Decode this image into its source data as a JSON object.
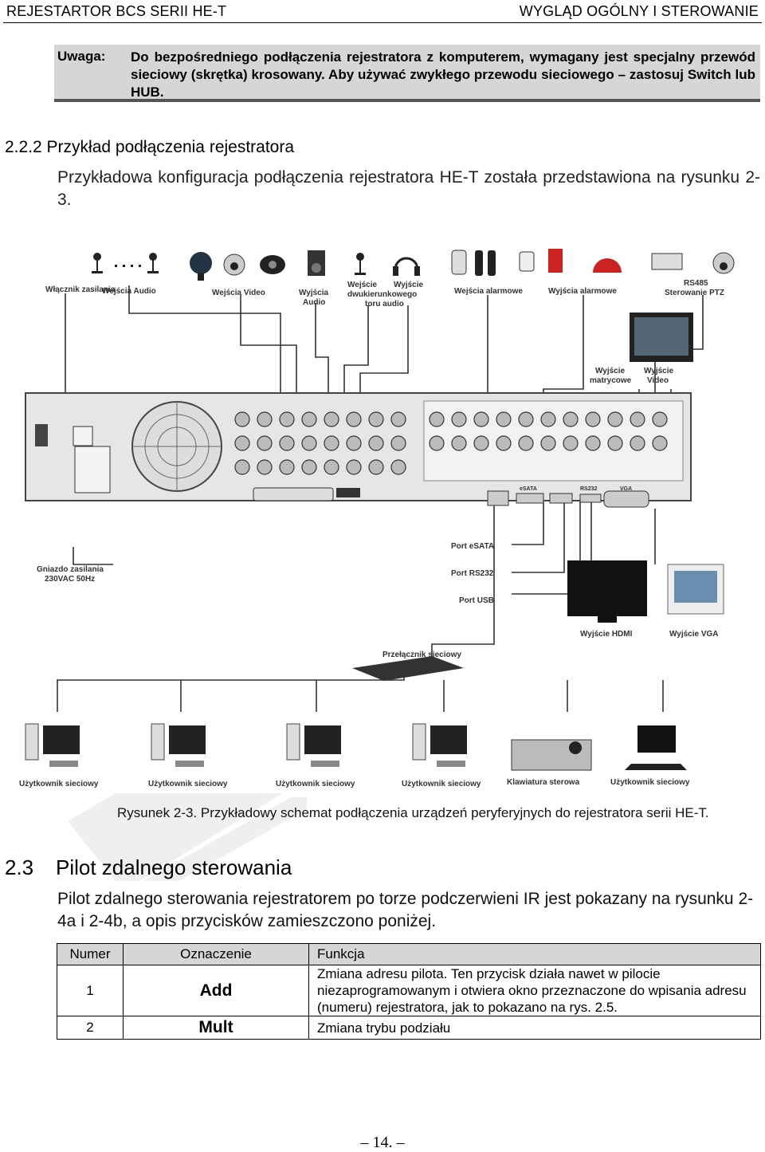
{
  "header": {
    "left": "REJESTARTOR BCS SERII HE-T",
    "right": "WYGLĄD OGÓLNY I STEROWANIE"
  },
  "note": {
    "label": "Uwaga:",
    "text": "Do bezpośredniego podłączenia rejestratora z komputerem, wymagany jest specjalny przewód sieciowy (skrętka) krosowany. Aby używać zwykłego przewodu sieciowego – zastosuj Switch lub HUB."
  },
  "subsection": {
    "heading": "2.2.2 Przykład podłączenia rejestratora",
    "paragraph": "Przykładowa konfiguracja podłączenia rejestratora HE-T została przedstawiona na rysunku 2-3."
  },
  "figure": {
    "labels": {
      "power_switch": "Włącznik zasilania",
      "audio_in": "Wejścia Audio",
      "video_in": "Wejścia Video",
      "audio_out_1": "Wyjścia",
      "audio_out_2": "Audio",
      "talk_in_1": "Wejście",
      "talk_in_2": "dwukierunkowego",
      "talk_in_3": "toru audio",
      "talk_out": "Wyjście",
      "alarm_in": "Wejścia alarmowe",
      "alarm_out": "Wyjścia alarmowe",
      "rs485_1": "RS485",
      "rs485_2": "Sterowanie PTZ",
      "matrix_out_1": "Wyjście",
      "matrix_out_2": "matrycowe",
      "video_out_1": "Wyjście",
      "video_out_2": "Video",
      "power_socket_1": "Gniazdo zasilania",
      "power_socket_2": "230VAC 50Hz",
      "port_esata": "Port eSATA",
      "port_rs232": "Port RS232",
      "port_usb": "Port USB",
      "hdmi_out": "Wyjście HDMI",
      "vga_out": "Wyjście VGA",
      "network_switch": "Przełącznik sieciowy",
      "net_user": "Użytkownik sieciowy",
      "keyboard": "Klawiatura sterowa",
      "panel_esata": "eSATA",
      "panel_rs232": "RS232",
      "panel_vga": "VGA"
    },
    "caption": "Rysunek 2-3. Przykładowy schemat podłączenia urządzeń peryferyjnych do rejestratora serii HE-T."
  },
  "section": {
    "number": "2.3",
    "title": "Pilot zdalnego sterowania",
    "paragraph": "Pilot zdalnego sterowania rejestratorem po torze podczerwieni IR jest pokazany na rysunku 2-4a i 2-4b, a opis przycisków zamieszczono poniżej."
  },
  "table": {
    "headers": [
      "Numer",
      "Oznaczenie",
      "Funkcja"
    ],
    "rows": [
      {
        "num": "1",
        "label": "Add",
        "func": "Zmiana adresu pilota. Ten przycisk działa nawet w pilocie niezaprogramowanym i otwiera okno przeznaczone do wpisania adresu (numeru) rejestratora, jak to pokazano na rys. 2.5."
      },
      {
        "num": "2",
        "label": "Mult",
        "func": "Zmiana trybu podziału"
      }
    ]
  },
  "page_number": "14."
}
